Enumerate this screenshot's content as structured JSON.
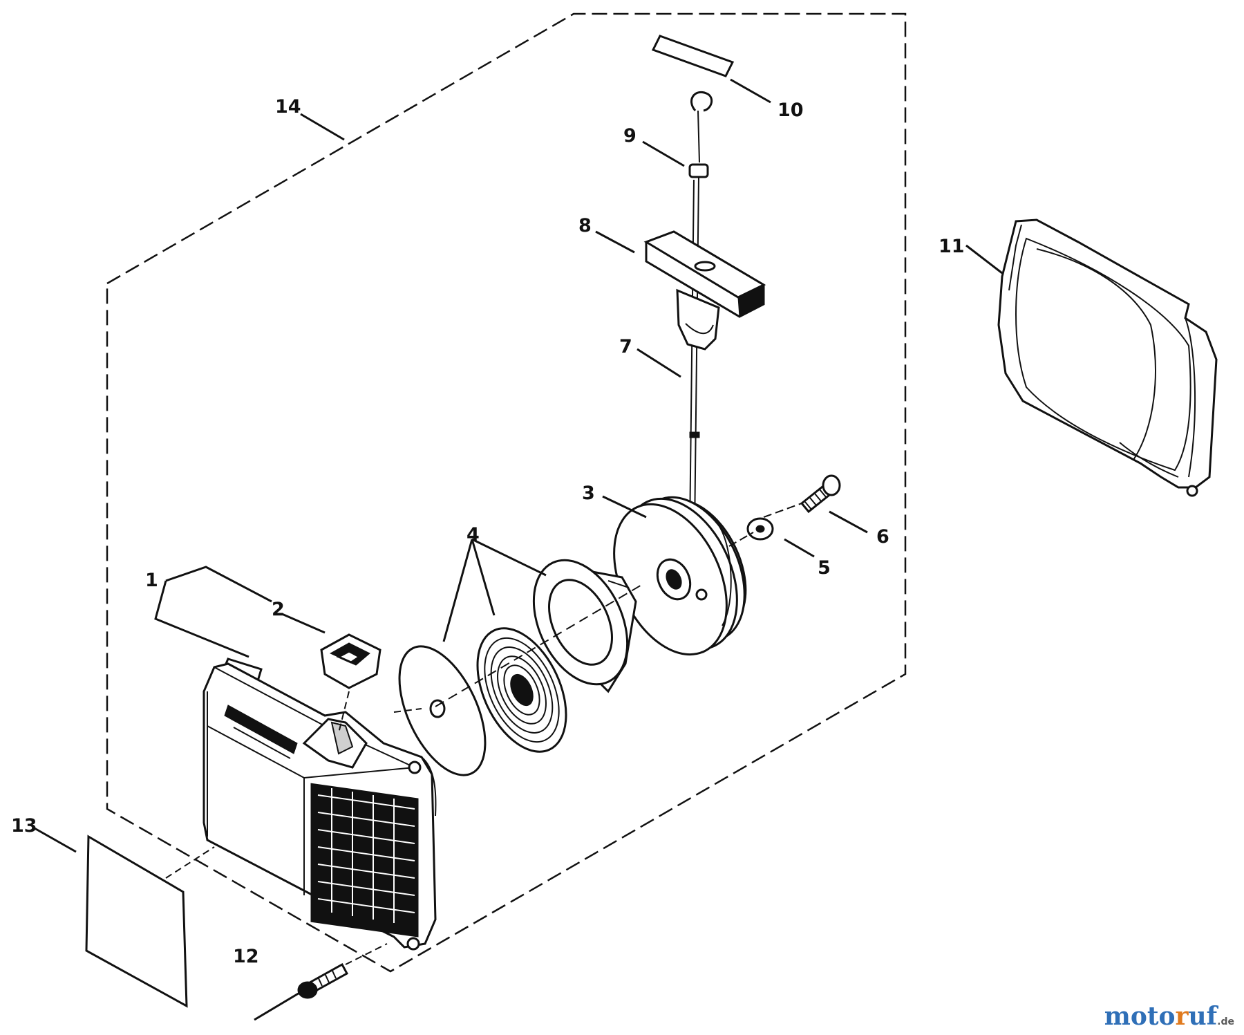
{
  "labels": {
    "p1": "1",
    "p2": "2",
    "p3": "3",
    "p4": "4",
    "p5": "5",
    "p6": "6",
    "p7": "7",
    "p8": "8",
    "p9": "9",
    "p10": "10",
    "p11": "11",
    "p12": "12",
    "p13": "13",
    "p14": "14"
  },
  "watermark": {
    "part_a": "moto",
    "part_b": "r",
    "part_c": "uf",
    "suffix": ".de"
  }
}
